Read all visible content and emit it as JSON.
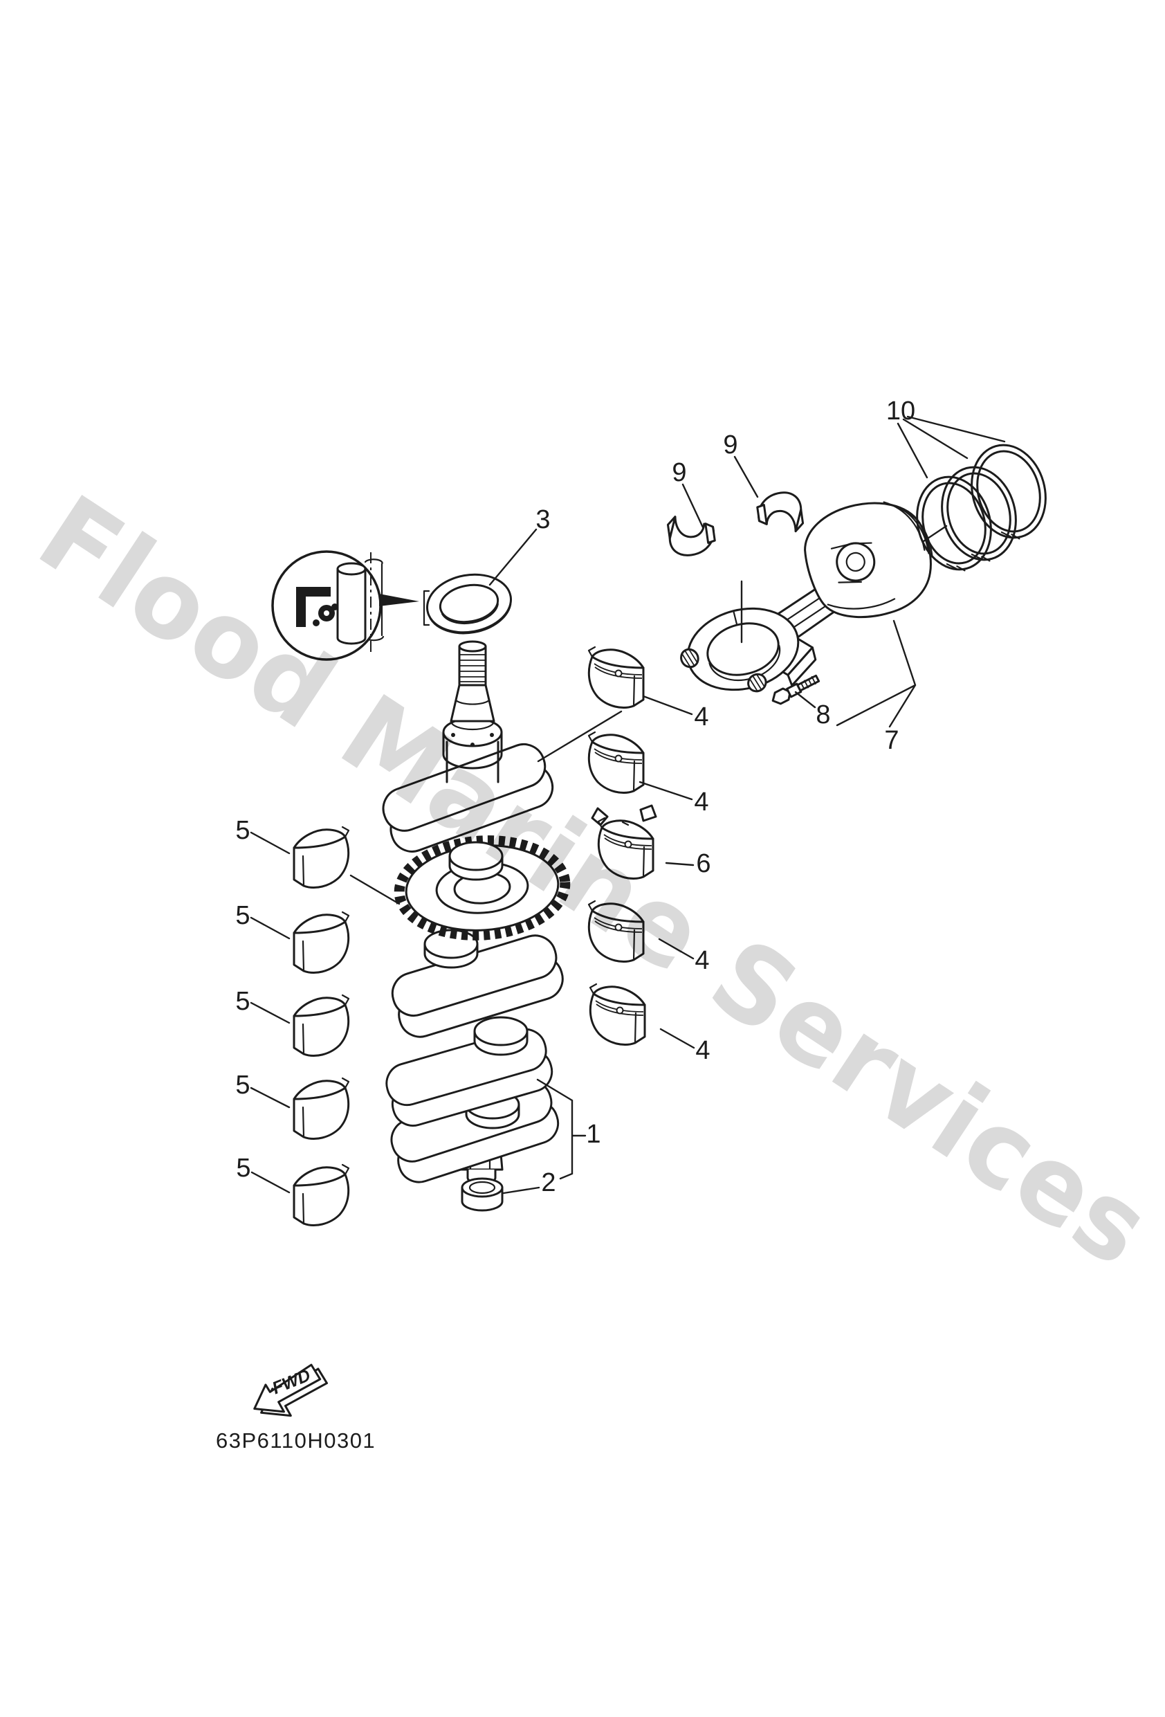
{
  "diagram": {
    "watermark": "Flood Marine Services",
    "part_code": "63P6110H0301",
    "fwd_label": "FWD",
    "colors": {
      "line": "#1c1c1c",
      "watermark": "#dadada"
    },
    "callouts": {
      "n1": "1",
      "n2": "2",
      "n3": "3",
      "n4": "4",
      "n5": "5",
      "n6": "6",
      "n7": "7",
      "n8": "8",
      "n9": "9",
      "n10": "10"
    }
  }
}
